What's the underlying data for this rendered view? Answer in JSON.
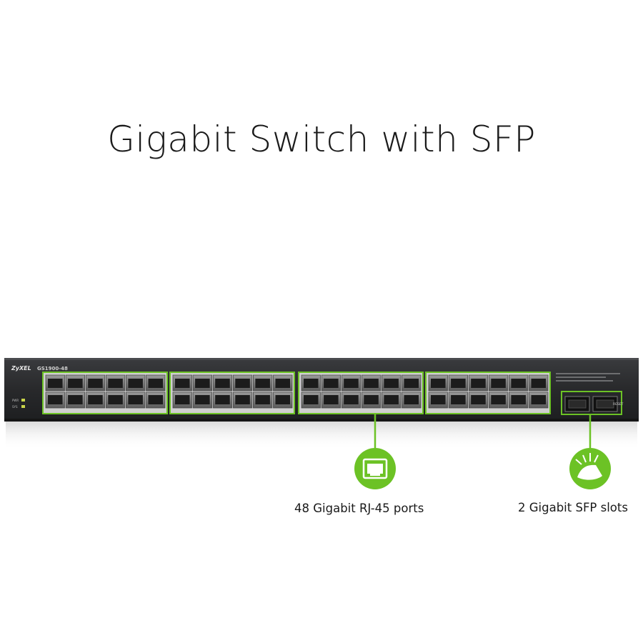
{
  "headline": "Gigabit Switch with SFP",
  "device": {
    "brand": "ZyXEL",
    "model": "GS1900-48",
    "led_pwr": "PWR",
    "led_sys": "SYS",
    "reset_label": "RESET",
    "port_count": 48,
    "sfp_count": 2
  },
  "callouts": {
    "rj45": "48 Gigabit RJ-45 ports",
    "sfp": "2 Gigabit SFP slots"
  },
  "icons": {
    "rj45": "ethernet-port-icon",
    "sfp": "fiber-optic-icon"
  },
  "colors": {
    "accent_green": "#6cc225",
    "chassis": "#2b2c2e",
    "port_panel": "#dcdcdc"
  }
}
